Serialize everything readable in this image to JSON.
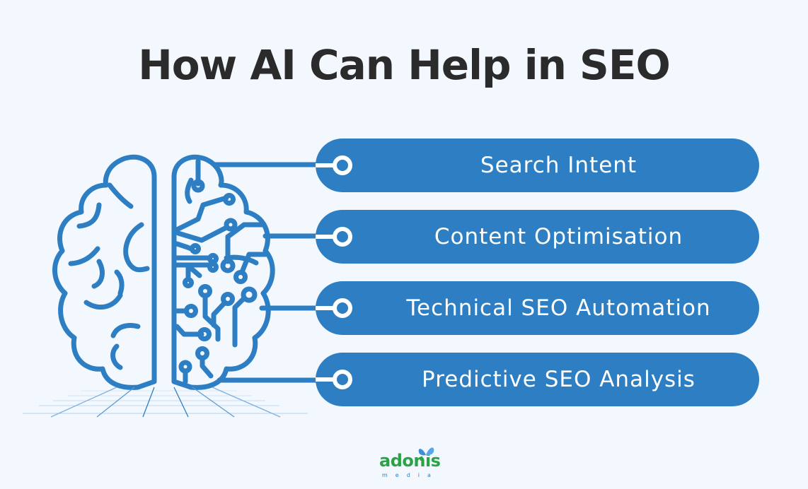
{
  "title": "How AI Can Help in SEO",
  "items": [
    {
      "label": "Search Intent"
    },
    {
      "label": "Content Optimisation"
    },
    {
      "label": "Technical SEO Automation"
    },
    {
      "label": "Predictive SEO Analysis"
    }
  ],
  "logo": {
    "name": "adonis",
    "tagline": "media"
  },
  "colors": {
    "accent": "#2d7ec2",
    "background": "#f3f8fe",
    "title": "#2b2b2b",
    "logo_green": "#2aa345"
  },
  "icons": {
    "illustration": "brain-circuit-icon",
    "logo_mark": "butterfly-icon"
  }
}
